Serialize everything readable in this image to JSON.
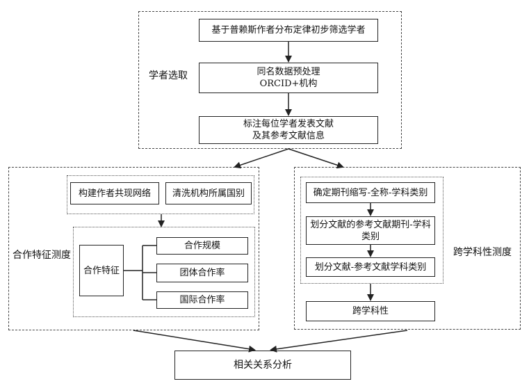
{
  "selection": {
    "label": "学者选取",
    "step1": "基于普赖斯作者分布定律初步筛选学者",
    "step2_line1": "同名数据预处理",
    "step2_line2": "ORCID+机构",
    "step3_line1": "标注每位学者发表文献",
    "step3_line2": "及其参考文献信息"
  },
  "cooperation": {
    "label": "合作特征测度",
    "network": "构建作者共现网络",
    "clean": "清洗机构所属国别",
    "feature": "合作特征",
    "items": [
      "合作规模",
      "团体合作率",
      "国际合作率"
    ]
  },
  "interdisciplinary": {
    "label": "跨学科性测度",
    "step1": "确定期刊缩写-全称-学科类别",
    "step2_line1": "划分文献的参考文献期刊-学科",
    "step2_line2": "类别",
    "step3": "划分文献-参考文献学科类别",
    "result": "跨学科性"
  },
  "final": "相关关系分析"
}
